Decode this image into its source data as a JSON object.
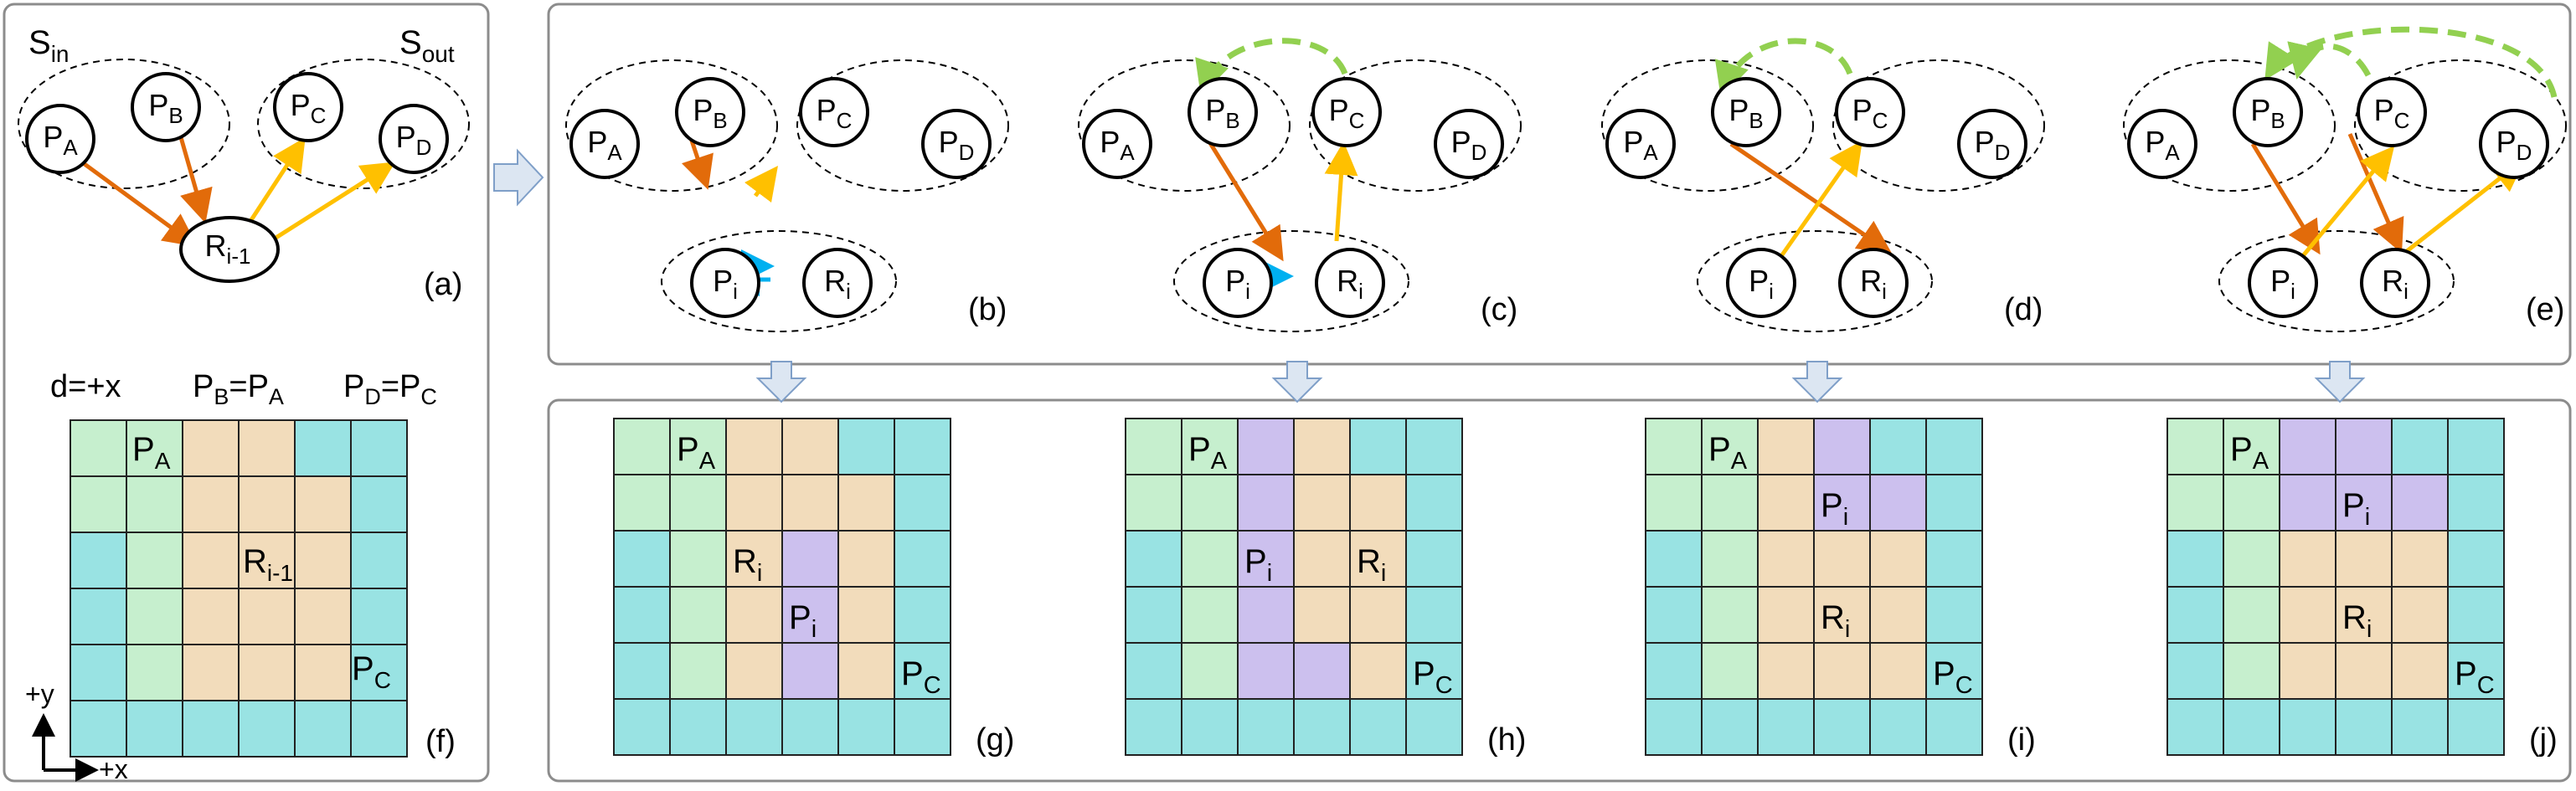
{
  "colors": {
    "panel_border": "#8c8c8c",
    "arrow_fill": "#dce6f2",
    "arrow_stroke": "#7f9fc8",
    "orange": "#e26b0a",
    "yellow": "#ffc000",
    "blue": "#00b0f0",
    "green": "#92d050",
    "cell_green": "#c6efce",
    "cell_tan": "#f2dcbb",
    "cell_cyan": "#99e3e3",
    "cell_purple": "#ccc0ee",
    "grid_line": "#222222"
  },
  "panel_a": {
    "tag": "(a)",
    "s_in": "S",
    "s_in_sub": "in",
    "s_out": "S",
    "s_out_sub": "out",
    "nodes": {
      "pa": "P",
      "pa_sub": "A",
      "pb": "P",
      "pb_sub": "B",
      "pc": "P",
      "pc_sub": "C",
      "pd": "P",
      "pd_sub": "D",
      "r": "R",
      "r_sub": "i-1"
    }
  },
  "panel_f": {
    "tag": "(f)",
    "header_d": "d=+x",
    "header_pb": "P",
    "header_pb_sub": "B",
    "header_pb_eq": "=P",
    "header_pb_eq_sub": "A",
    "header_pd": "P",
    "header_pd_sub": "D",
    "header_pd_eq": "=P",
    "header_pd_eq_sub": "C",
    "axis_y": "+y",
    "axis_x": "+x",
    "grid": [
      "GGTTCC",
      "GGTTTC",
      "CGTTTC",
      "CGTTTC",
      "CGTTTC",
      "CCCCCC"
    ],
    "labels": {
      "pa": "P",
      "pa_sub": "A",
      "r": "R",
      "r_sub": "i-1",
      "pc": "P",
      "pc_sub": "C"
    }
  },
  "graphs": [
    {
      "tag": "(b)",
      "pa": "P",
      "pa_sub": "A",
      "pb": "P",
      "pb_sub": "B",
      "pc": "P",
      "pc_sub": "C",
      "pd": "P",
      "pd_sub": "D",
      "pi": "P",
      "pi_sub": "i",
      "ri": "R",
      "ri_sub": "i"
    },
    {
      "tag": "(c)",
      "pa": "P",
      "pa_sub": "A",
      "pb": "P",
      "pb_sub": "B",
      "pc": "P",
      "pc_sub": "C",
      "pd": "P",
      "pd_sub": "D",
      "pi": "P",
      "pi_sub": "i",
      "ri": "R",
      "ri_sub": "i"
    },
    {
      "tag": "(d)",
      "pa": "P",
      "pa_sub": "A",
      "pb": "P",
      "pb_sub": "B",
      "pc": "P",
      "pc_sub": "C",
      "pd": "P",
      "pd_sub": "D",
      "pi": "P",
      "pi_sub": "i",
      "ri": "R",
      "ri_sub": "i"
    },
    {
      "tag": "(e)",
      "pa": "P",
      "pa_sub": "A",
      "pb": "P",
      "pb_sub": "B",
      "pc": "P",
      "pc_sub": "C",
      "pd": "P",
      "pd_sub": "D",
      "pi": "P",
      "pi_sub": "i",
      "ri": "R",
      "ri_sub": "i"
    }
  ],
  "grids": [
    {
      "tag": "(g)",
      "cells": [
        "GGTTCC",
        "GGTTTC",
        "CGTPTC",
        "CGTPTC",
        "CGTPTC",
        "CCCCCC"
      ],
      "pa": "P",
      "pa_sub": "A",
      "ri": "R",
      "ri_sub": "i",
      "pi": "P",
      "pi_sub": "i",
      "pc": "P",
      "pc_sub": "C"
    },
    {
      "tag": "(h)",
      "cells": [
        "GGPTCC",
        "GGPTTC",
        "CGPTTC",
        "CGPTTC",
        "CGPPTC",
        "CCCCCC"
      ],
      "pa": "P",
      "pa_sub": "A",
      "pi": "P",
      "pi_sub": "i",
      "ri": "R",
      "ri_sub": "i",
      "pc": "P",
      "pc_sub": "C"
    },
    {
      "tag": "(i)",
      "cells": [
        "GGTPCC",
        "GGTPPC",
        "CGTTTC",
        "CGTTTC",
        "CGTTTC",
        "CCCCCC"
      ],
      "pa": "P",
      "pa_sub": "A",
      "pi": "P",
      "pi_sub": "i",
      "ri": "R",
      "ri_sub": "i",
      "pc": "P",
      "pc_sub": "C"
    },
    {
      "tag": "(j)",
      "cells": [
        "GGPPCC",
        "GGPPPC",
        "CGTTTC",
        "CGTTTC",
        "CGTTTC",
        "CCCCCC"
      ],
      "pa": "P",
      "pa_sub": "A",
      "pi": "P",
      "pi_sub": "i",
      "ri": "R",
      "ri_sub": "i",
      "pc": "P",
      "pc_sub": "C"
    }
  ]
}
